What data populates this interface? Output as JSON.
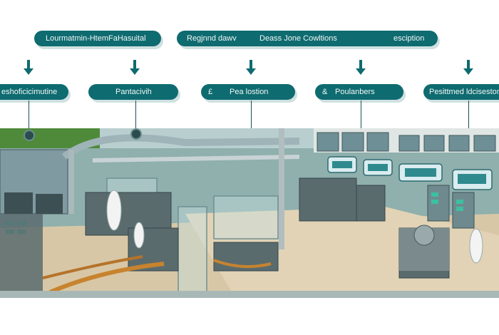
{
  "top_bar_left": {
    "label": "Lourmatmin-HtemFaHasuital"
  },
  "top_bar_right": {
    "label_a": "Regjnnd dawv",
    "label_b": "Deass Jone Cowltions",
    "label_c": "esciption"
  },
  "nodes": [
    {
      "label": "eshoficicimutine"
    },
    {
      "label": "Pantacivih"
    },
    {
      "label": "Pea lostion"
    },
    {
      "label": "Poulanbers"
    },
    {
      "label": "Pesittmed ldciseston"
    }
  ],
  "colors": {
    "pill_fill": "#0e6b70",
    "pill_text": "#f2f7f6",
    "arrow": "#0e6b70",
    "floor": "#d8c7a6",
    "machinery": "#5a6b6e"
  },
  "icons": {
    "node_3_glyph": "currency-pound-icon",
    "node_4_glyph": "ampersand-icon"
  }
}
